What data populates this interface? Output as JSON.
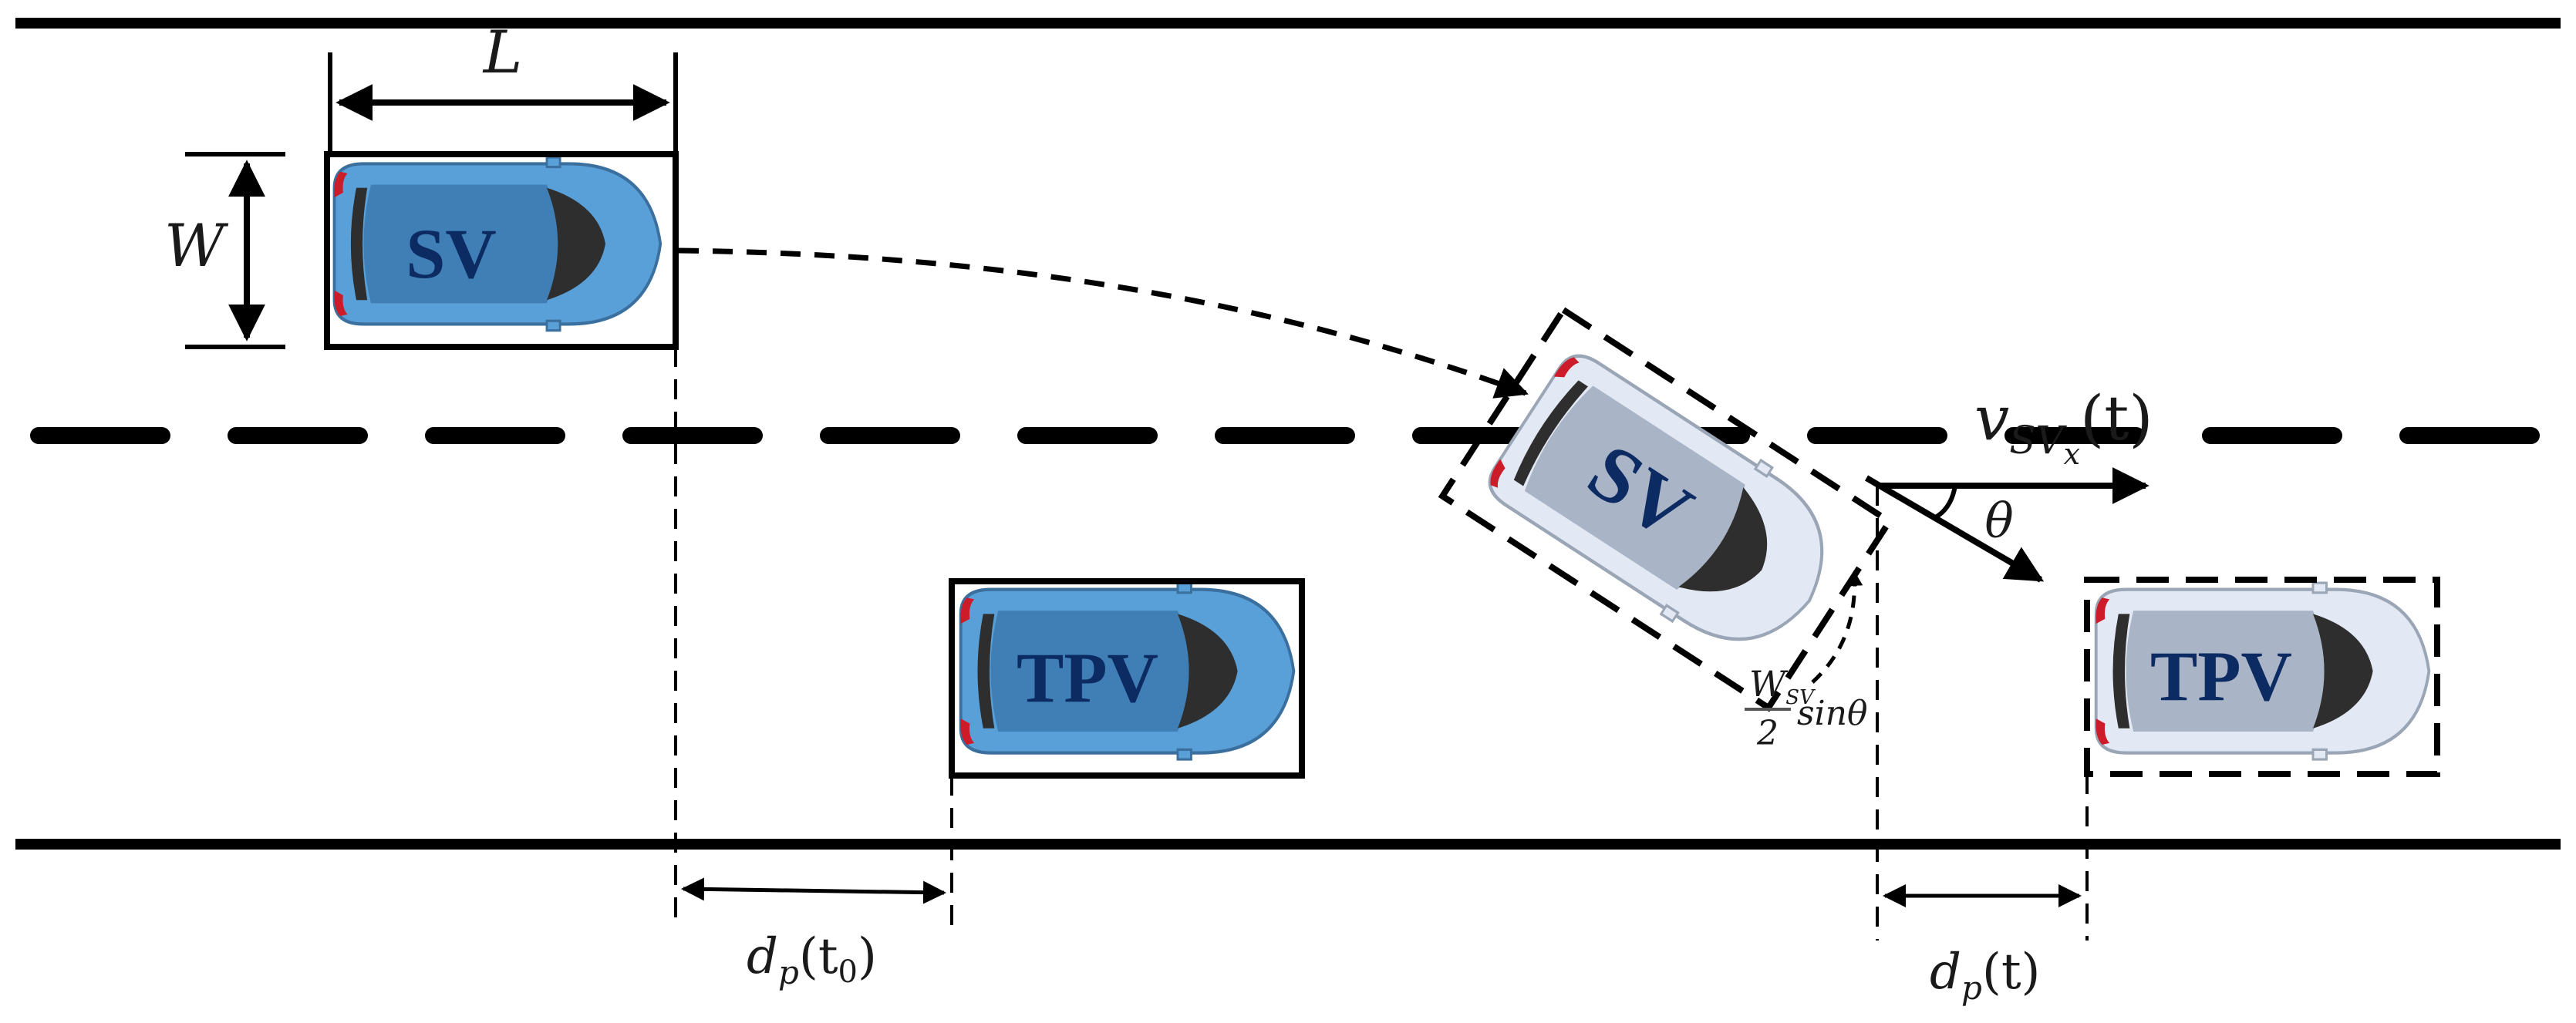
{
  "labels": {
    "length": "L",
    "width": "W",
    "velocity_base": "v",
    "velocity_sub": "SV",
    "velocity_subsub": "x",
    "velocity_arg": "(t)",
    "theta": "θ",
    "offset_numer": "W",
    "offset_numer_sub": "SV",
    "offset_denom": "2",
    "offset_trig": "sinθ",
    "gap_initial_base": "d",
    "gap_initial_sub": "p",
    "gap_initial_arg_open": "(t",
    "gap_initial_arg_sub": "0",
    "gap_initial_arg_close": ")",
    "gap_current_base": "d",
    "gap_current_sub": "p",
    "gap_current_arg": "(t)"
  },
  "vehicles": {
    "sv_start": "SV",
    "tpv_start": "TPV",
    "sv_changing": "SV",
    "tpv_current": "TPV"
  },
  "colors": {
    "ink": "#000000",
    "car_blue": "#5aa0d8",
    "car_blue_cabin": "#3f7fb5",
    "car_light": "#e3e9f4",
    "car_light_cabin": "#a9b5c6",
    "windshield": "#2e2e2e",
    "tail_light": "#cc1c2a",
    "label_navy": "#0d2b63"
  }
}
